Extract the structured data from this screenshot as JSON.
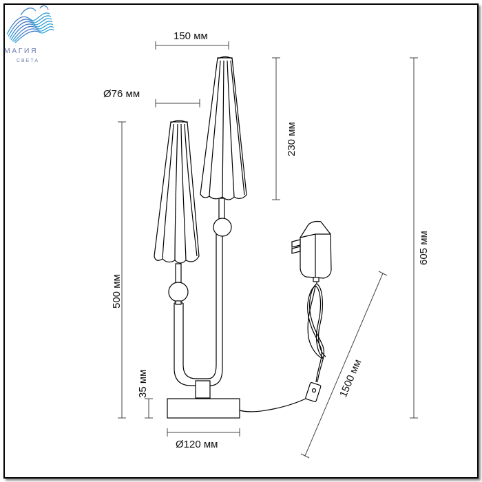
{
  "logo": {
    "name": "МАГИЯ",
    "sub": "СВЕТА",
    "colors": [
      "#5b3aa8",
      "#2fa4d8",
      "#e0418f"
    ]
  },
  "dimensions": {
    "top_width": "150 мм",
    "shade_diameter": "Ø76 мм",
    "shade_height": "230 мм",
    "lamp_height": "500 мм",
    "total_height": "605 мм",
    "base_height": "35 мм",
    "base_diameter": "Ø120 мм",
    "cord_length": "1500 мм"
  }
}
